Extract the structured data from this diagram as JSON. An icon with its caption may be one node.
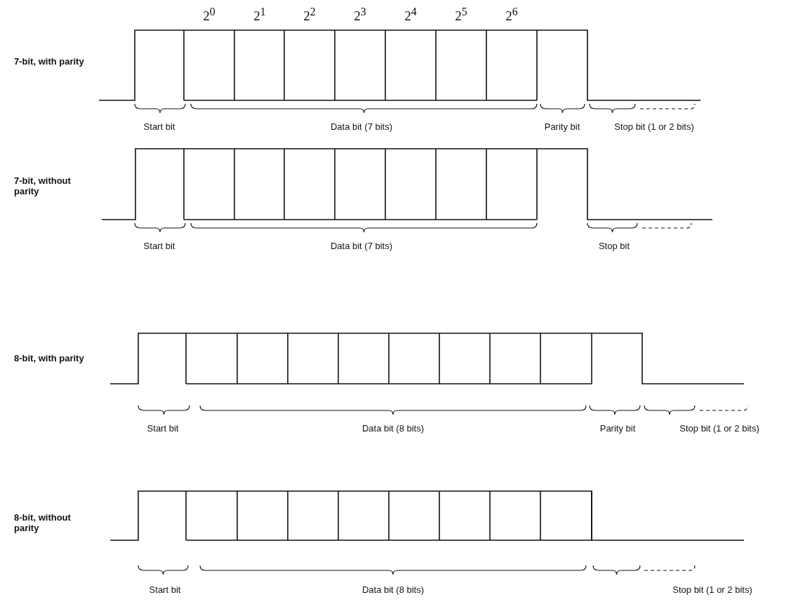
{
  "diagram": {
    "labels": [
      "2$^{0}$",
      "2$^{1}$",
      "2$^{2}$",
      "2$^{3}$",
      "2$^{4}$",
      "2$^{5}$",
      "2$^{6}$",
      "7-bit, with parity",
      "Start bit",
      "Data bit (7 bits)",
      "Parity bit",
      "Stop bit (1 or 2 bits)",
      "7-bit, without parity",
      "Start bit",
      "Data bit (7 bits)",
      "Stop bit",
      "8-bit, with parity",
      "Start bit",
      "Data bit (8 bits)",
      "Parity bit",
      "Stop bit (1 or 2 bits)",
      "8-bit, without parity",
      "Start bit",
      "Data bit (8 bits)",
      "Stop bit (1 or 2 bits)"
    ]
  }
}
